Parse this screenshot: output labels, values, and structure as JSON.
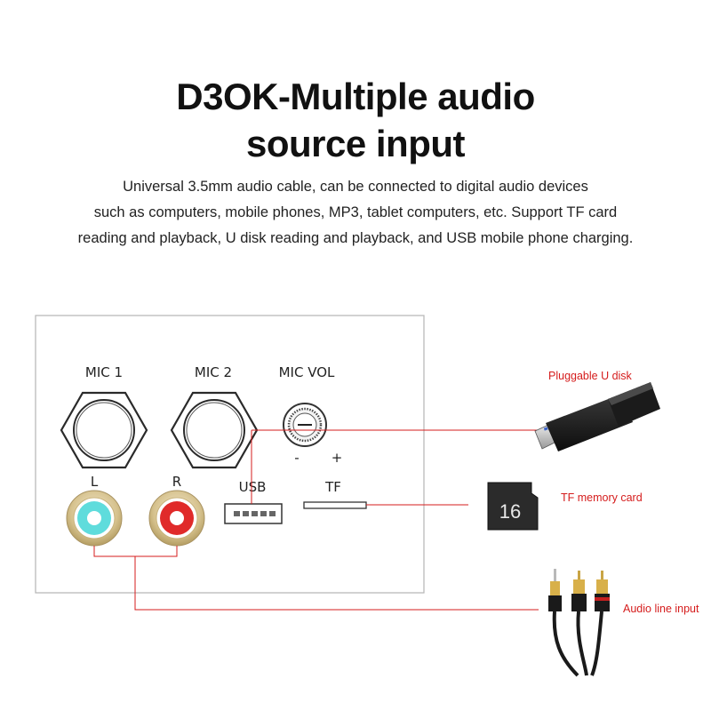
{
  "title": {
    "line1": "D3OK-Multiple audio",
    "line2": "source input"
  },
  "description": {
    "line1": "Universal 3.5mm audio cable, can be connected to digital audio devices",
    "line2": "such as computers, mobile phones, MP3, tablet computers, etc. Support TF card",
    "line3": "reading and playback, U disk reading and playback, and USB mobile phone charging."
  },
  "panel": {
    "mic1": "MIC 1",
    "mic2": "MIC 2",
    "mic_vol": "MIC VOL",
    "minus": "-",
    "plus": "+",
    "left": "L",
    "right": "R",
    "usb": "USB",
    "tf": "TF"
  },
  "callouts": {
    "udisk": "Pluggable U disk",
    "tf_card": "TF memory card",
    "tf_card_number": "16",
    "line_input": "Audio line input"
  },
  "colors": {
    "accent_red": "#d51c1c",
    "rca_left": "#5fdcdc",
    "rca_right": "#e02a2a"
  }
}
